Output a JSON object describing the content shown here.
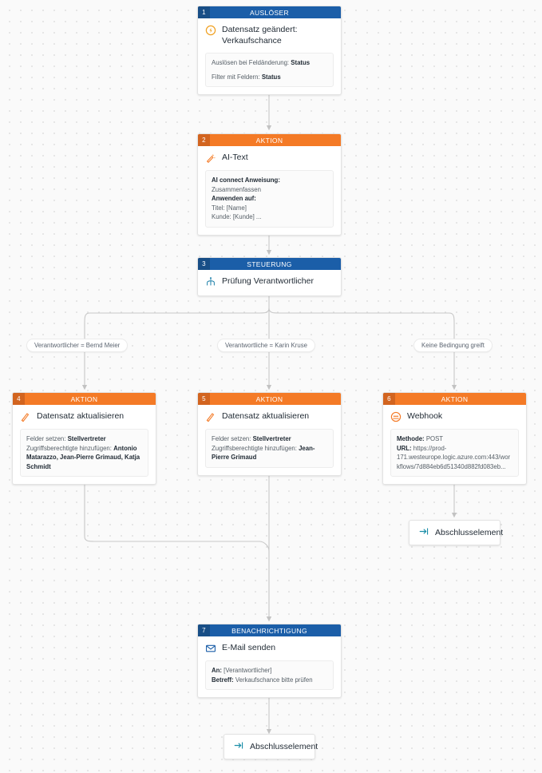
{
  "canvas": {
    "background": "#fafafa",
    "dot_color": "#e2e2e2",
    "wire_color": "#c8c8c8",
    "colors": {
      "trigger_header": "#1b5ea8",
      "trigger_badge": "#184e86",
      "action_header": "#f47a26",
      "action_badge": "#d2641f",
      "end_icon": "#1b8ea8"
    }
  },
  "nodes": [
    {
      "id": "1",
      "kind": "trigger",
      "header": "AUSLÖSER",
      "title": "Datensatz geändert: Verkaufschance",
      "icon": "bolt-circle-icon",
      "details": [
        {
          "label": "Auslösen bei Feldänderung:",
          "value": "Status"
        },
        {
          "label": "Filter mit Feldern:",
          "value": "Status"
        }
      ]
    },
    {
      "id": "2",
      "kind": "action",
      "header": "AKTION",
      "title": "AI-Text",
      "icon": "ai-sparkle-pen-icon",
      "details": [
        {
          "label": "AI connect Anweisung:",
          "value": "Zusammenfassen"
        },
        {
          "label": "Anwenden auf:",
          "value": ""
        },
        {
          "label": "Titel:",
          "value": "[Name]"
        },
        {
          "label": "Kunde:",
          "value": "[Kunde] ..."
        }
      ]
    },
    {
      "id": "3",
      "kind": "control",
      "header": "STEUERUNG",
      "title": "Prüfung Verantwortlicher",
      "icon": "branch-fork-icon",
      "details": []
    },
    {
      "id": "4",
      "kind": "action",
      "header": "AKTION",
      "title": "Datensatz aktualisieren",
      "icon": "pencil-icon",
      "details": [
        {
          "label": "Felder setzen:",
          "value": "Stellvertreter"
        },
        {
          "label": "Zugriffsberechtigte hinzufügen:",
          "value": "Antonio Matarazzo, Jean-Pierre Grimaud, Katja Schmidt"
        }
      ]
    },
    {
      "id": "5",
      "kind": "action",
      "header": "AKTION",
      "title": "Datensatz aktualisieren",
      "icon": "pencil-icon",
      "details": [
        {
          "label": "Felder setzen:",
          "value": "Stellvertreter"
        },
        {
          "label": "Zugriffsberechtigte hinzufügen:",
          "value": "Jean-Pierre Grimaud"
        }
      ]
    },
    {
      "id": "6",
      "kind": "action",
      "header": "AKTION",
      "title": "Webhook",
      "icon": "webhook-icon",
      "details": [
        {
          "label": "Methode:",
          "value": "POST"
        },
        {
          "label": "URL:",
          "value": "https://prod-171.westeurope.logic.azure.com:443/workflows/7d884eb6d51340d882fd083eb..."
        }
      ]
    },
    {
      "id": "7",
      "kind": "notification",
      "header": "BENACHRICHTIGUNG",
      "title": "E-Mail senden",
      "icon": "envelope-icon",
      "details": [
        {
          "label": "An:",
          "value": "[Verantwortlicher]"
        },
        {
          "label": "Betreff:",
          "value": "Verkaufschance bitte prüfen"
        }
      ]
    }
  ],
  "edge_labels": [
    {
      "text": "Verantwortlicher = Bernd Meier"
    },
    {
      "text": "Verantwortliche = Karin Kruse"
    },
    {
      "text": "Keine Bedingung greift"
    }
  ],
  "end_nodes": [
    {
      "label": "Abschlusselement"
    },
    {
      "label": "Abschlusselement"
    }
  ]
}
